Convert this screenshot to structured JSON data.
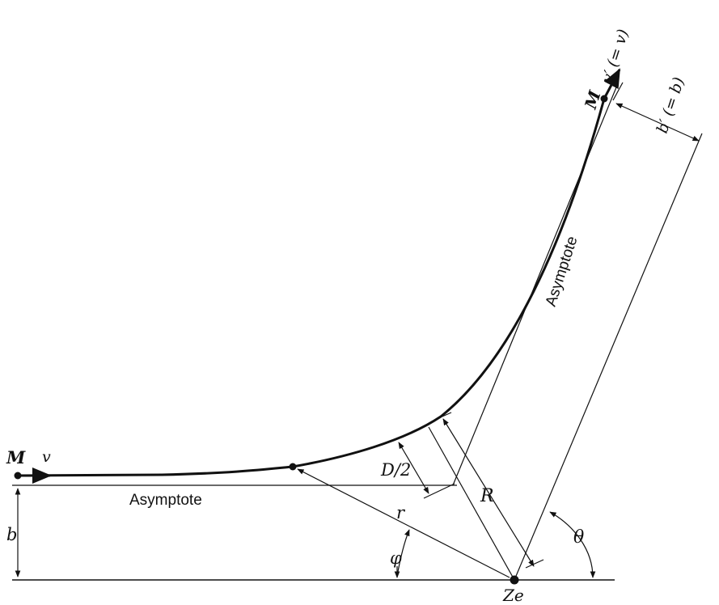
{
  "labels": {
    "mass_initial": "M",
    "velocity_initial": "v",
    "mass_final": "M",
    "velocity_final": "v′ (= v)",
    "impact_final": "b′ (= b)",
    "asymptote_final": "Asymptote",
    "asymptote_initial": "Asymptote",
    "half_distance": "D/2",
    "distance_R": "R",
    "radius_r": "r",
    "impact_parameter": "b",
    "angle_phi": "φ",
    "angle_theta": "θ",
    "nucleus": "Ze"
  }
}
